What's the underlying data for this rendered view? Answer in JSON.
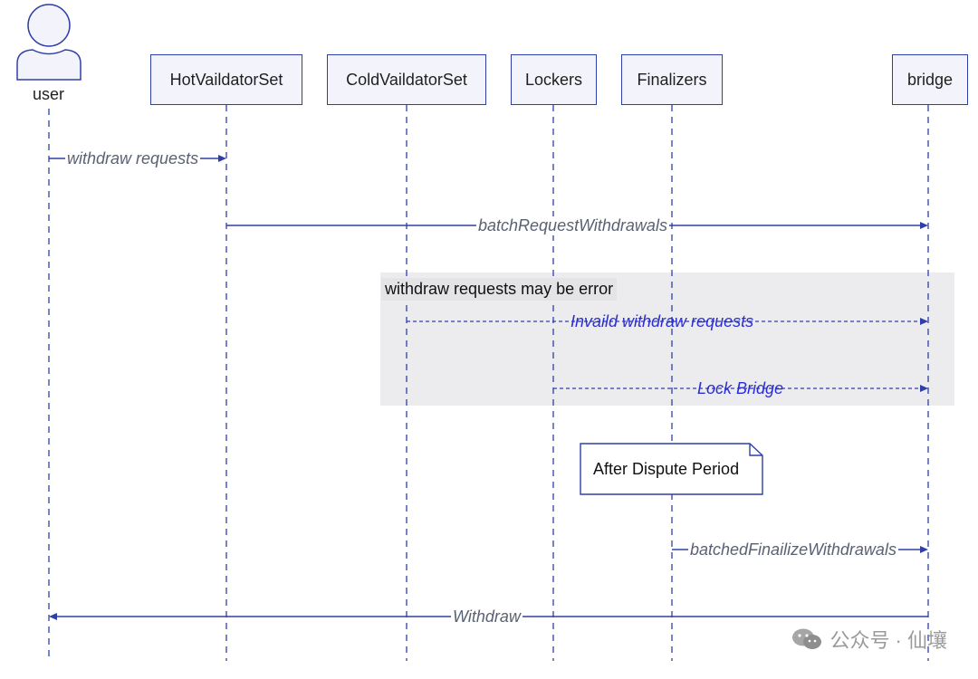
{
  "participants": {
    "user": "user",
    "hot": "HotVaildatorSet",
    "cold": "ColdVaildatorSet",
    "lockers": "Lockers",
    "finalizers": "Finalizers",
    "bridge": "bridge"
  },
  "messages": {
    "m1": "withdraw requests",
    "m2": "batchRequestWithdrawals",
    "m3": "Invaild withdraw requests",
    "m4": "Lock Bridge",
    "m5": "batchedFinailizeWithdrawals",
    "m6": "Withdraw"
  },
  "opt_title": "withdraw requests may be error",
  "note": "After Dispute Period",
  "watermark": "公众号 · 仙壤",
  "colors": {
    "line": "#2f3fa8",
    "highlight_text": "#2b2ed6",
    "group_bg": "#ececee"
  }
}
